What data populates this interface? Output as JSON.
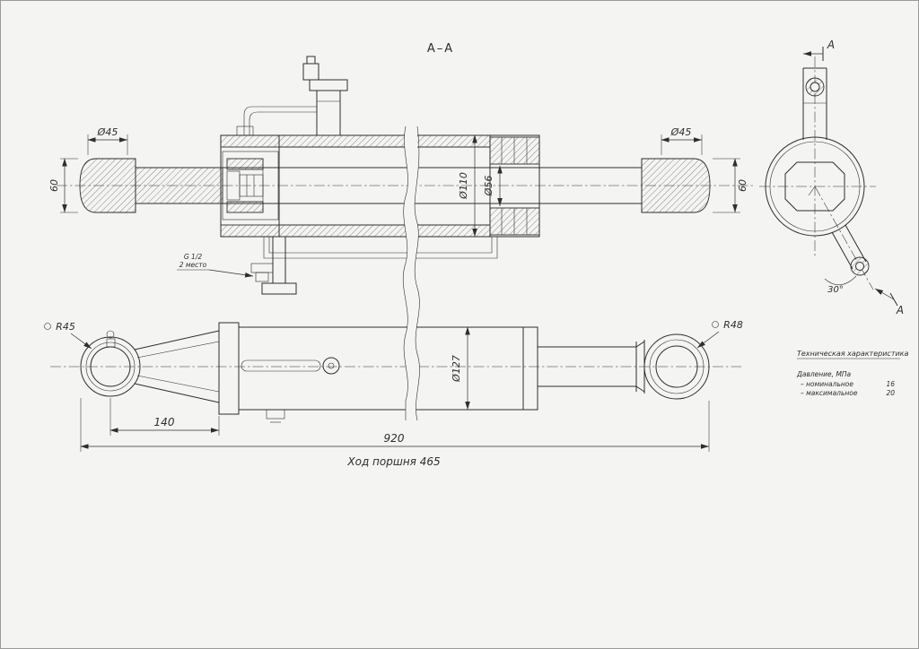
{
  "colors": {
    "paper": "#f4f4f2",
    "ink": "#2e2e2e"
  },
  "section_view": {
    "title": "А–А",
    "dims": {
      "d45_left": "Ø45",
      "h60_left": "60",
      "d110": "Ø110",
      "d56": "Ø56",
      "d45_right": "Ø45",
      "h60_right": "60"
    },
    "port_note": {
      "line1": "G 1/2",
      "line2": "2 место"
    }
  },
  "side_view": {
    "arrow_top": "А",
    "arrow_bottom": "А",
    "angle": "30°"
  },
  "assembly_view": {
    "dims": {
      "r45": "R45",
      "r48": "R48",
      "len140": "140",
      "d127": "Ø127",
      "len920": "920"
    },
    "stroke_note": "Ход поршня 465"
  },
  "tech_spec": {
    "title": "Техническая характеристика",
    "pressure_label": "Давление, МПа",
    "rows": [
      {
        "label": "– номинальное",
        "value": "16"
      },
      {
        "label": "– максимальное",
        "value": "20"
      }
    ]
  }
}
